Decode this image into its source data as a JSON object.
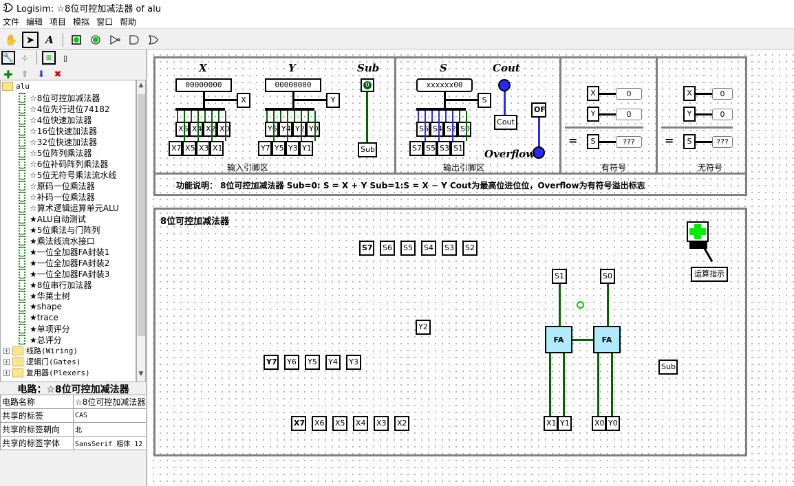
{
  "window": {
    "title": "Logisim: ☆8位可控加减法器 of alu"
  },
  "menu": [
    "文件",
    "编辑",
    "项目",
    "模拟",
    "窗口",
    "帮助"
  ],
  "toolbar": {
    "tools": [
      {
        "name": "poke-tool",
        "glyph": "✋"
      },
      {
        "name": "select-tool",
        "glyph": "➤"
      },
      {
        "name": "text-tool",
        "glyph": "A"
      },
      {
        "name": "input-pin",
        "glyph": "■"
      },
      {
        "name": "output-pin",
        "glyph": "●"
      },
      {
        "name": "not-gate",
        "glyph": "▷"
      },
      {
        "name": "and-gate",
        "glyph": "D"
      },
      {
        "name": "or-gate",
        "glyph": "⊃"
      }
    ]
  },
  "explorer": {
    "root": "alu",
    "circuits": [
      "☆8位可控加减法器",
      "☆4位先行进位74182",
      "☆4位快速加法器",
      "☆16位快速加法器",
      "☆32位快速加法器",
      "☆5位阵列乘法器",
      "☆6位补码阵列乘法器",
      "☆5位无符号乘法流水线",
      "☆原码一位乘法器",
      "☆补码一位乘法器",
      "☆算术逻辑运算单元ALU",
      "★ALU自动测试",
      "★5位乘法与门阵列",
      "★乘法线流水接口",
      "★一位全加器FA封装1",
      "★一位全加器FA封装2",
      "★一位全加器FA封装3",
      "★8位串行加法器",
      "★华莱士树",
      "★shape",
      "★trace",
      "★单项评分",
      "★总评分"
    ],
    "libraries": [
      "线路(Wiring)",
      "逻辑门(Gates)",
      "复用器(Plexers)"
    ]
  },
  "properties": {
    "title": "电路：☆8位可控加减法器",
    "rows": [
      {
        "key": "电路名称",
        "value": "☆8位可控加减法器"
      },
      {
        "key": "共享的标签",
        "value": "CAS"
      },
      {
        "key": "共享的标签朝向",
        "value": "北"
      },
      {
        "key": "共享的标签字体",
        "value": "SansSerif 粗体 12"
      }
    ]
  },
  "circuit": {
    "input_panel": {
      "caption": "输入引脚区",
      "x_label": "X",
      "y_label": "Y",
      "sub_label": "Sub",
      "x_value": "00000000",
      "y_value": "00000000",
      "sub_value": "0",
      "x_tunnel": "X",
      "y_tunnel": "Y",
      "x_split_top": [
        "X6",
        "X4",
        "X2",
        "X0"
      ],
      "x_split_bottom": [
        "X7",
        "X5",
        "X3",
        "X1"
      ],
      "y_split_top": [
        "Y6",
        "Y4",
        "Y2",
        "Y0"
      ],
      "y_split_bottom": [
        "Y7",
        "Y5",
        "Y3",
        "Y1"
      ],
      "sub_tunnel": "Sub"
    },
    "output_panel": {
      "caption": "输出引脚区",
      "s_label": "S",
      "s_value": "xxxxxx00",
      "s_tunnel": "S",
      "s_split_top": [
        "S6",
        "S4",
        "S2",
        "S0"
      ],
      "s_split_bottom": [
        "S7",
        "S5",
        "S3",
        "S1"
      ],
      "cout_label": "Cout",
      "cout_tunnel": "Cout",
      "of_tunnel": "OF",
      "overflow_label": "Overflow"
    },
    "signed_panel": {
      "caption": "有符号",
      "x": "X",
      "y": "Y",
      "s": "S",
      "x_val": "0",
      "y_val": "0",
      "s_val": "???",
      "eq": "="
    },
    "unsigned_panel": {
      "caption": "无符号",
      "x": "X",
      "y": "Y",
      "s": "S",
      "x_val": "0",
      "y_val": "0",
      "s_val": "???",
      "eq": "="
    },
    "description": "功能说明：  8位可控加减法器    Sub=0: S = X + Y  Sub=1:S = X − Y   Cout为最高位进位位，Overflow为有符号溢出标志",
    "main_title": "8位可控加减法器",
    "s_tunnels": [
      "S7",
      "S6",
      "S5",
      "S4",
      "S3",
      "S2"
    ],
    "y_tunnels": [
      "Y7",
      "Y6",
      "Y5",
      "Y4",
      "Y3"
    ],
    "y2_tunnel": "Y2",
    "x_tunnels": [
      "X7",
      "X6",
      "X5",
      "X4",
      "X3",
      "X2"
    ],
    "fa_label": "FA",
    "s1": "S1",
    "s0": "S0",
    "bottom_pins": [
      "X1",
      "Y1",
      "X0",
      "Y0"
    ],
    "sub_tunnel": "Sub",
    "indicator_label": "运算指示"
  }
}
